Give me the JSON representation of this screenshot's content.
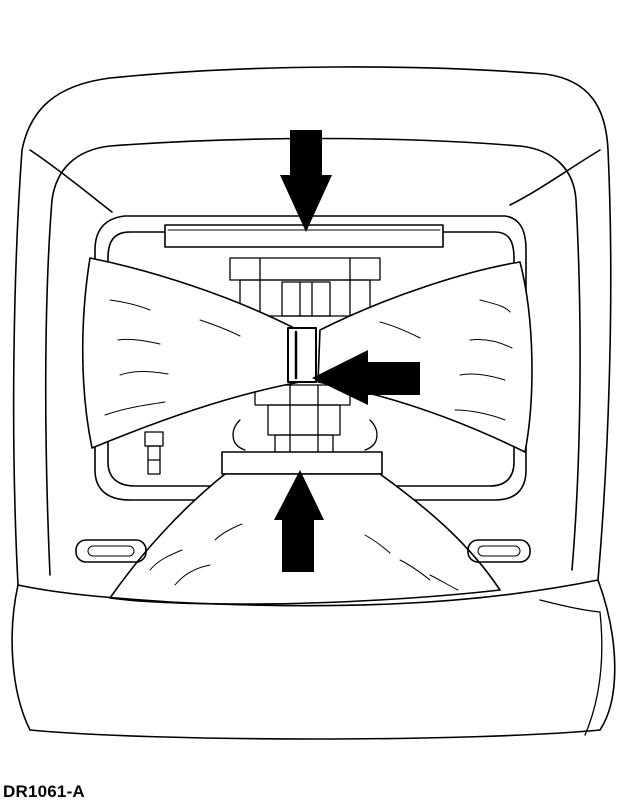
{
  "figure": {
    "label": "DR1061-A",
    "colors": {
      "line": "#000000",
      "background": "#ffffff"
    },
    "arrows": [
      {
        "name": "arrow-top",
        "direction": "down"
      },
      {
        "name": "arrow-right",
        "direction": "left"
      },
      {
        "name": "arrow-bottom",
        "direction": "up"
      }
    ]
  }
}
